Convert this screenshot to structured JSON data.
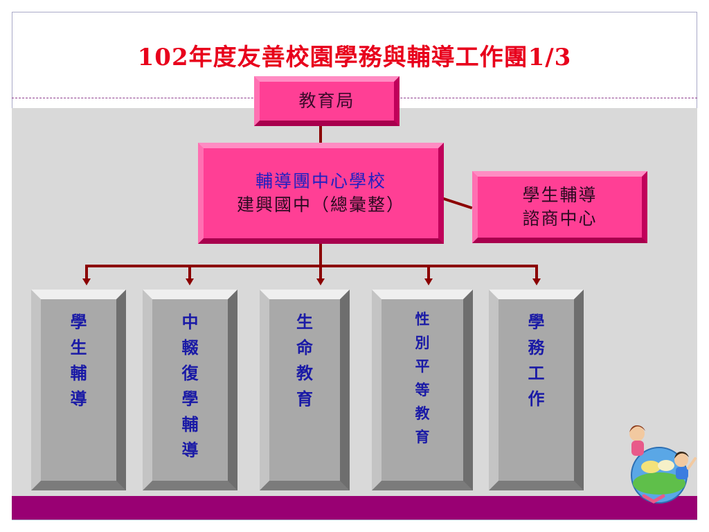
{
  "title": "102年度友善校園學務與輔導工作團1/3",
  "top_node": "教育局",
  "center_node": {
    "line1": "輔導團中心學校",
    "line2": "建興國中（總彙整）"
  },
  "side_node": {
    "line1": "學生輔導",
    "line2": "諮商中心"
  },
  "branches": [
    {
      "label": "學生輔導",
      "chars": [
        "學",
        "生",
        "輔",
        "導"
      ]
    },
    {
      "label": "中輟復學輔導",
      "chars": [
        "中",
        "輟",
        "復",
        "學",
        "輔",
        "導"
      ]
    },
    {
      "label": "生命教育",
      "chars": [
        "生",
        "命",
        "教",
        "育"
      ]
    },
    {
      "label": "性別平等教育",
      "chars": [
        "性",
        "別",
        "平",
        "等",
        "教",
        "育"
      ]
    },
    {
      "label": "學務工作",
      "chars": [
        "學",
        "務",
        "工",
        "作"
      ]
    }
  ],
  "colors": {
    "title": "#e8001c",
    "pink": "#ff3f95",
    "bar": "#990073",
    "connector": "#8b0000",
    "branch_text": "#1a1aa6"
  },
  "decor": {
    "clipart": "children-with-globe-illustration"
  }
}
